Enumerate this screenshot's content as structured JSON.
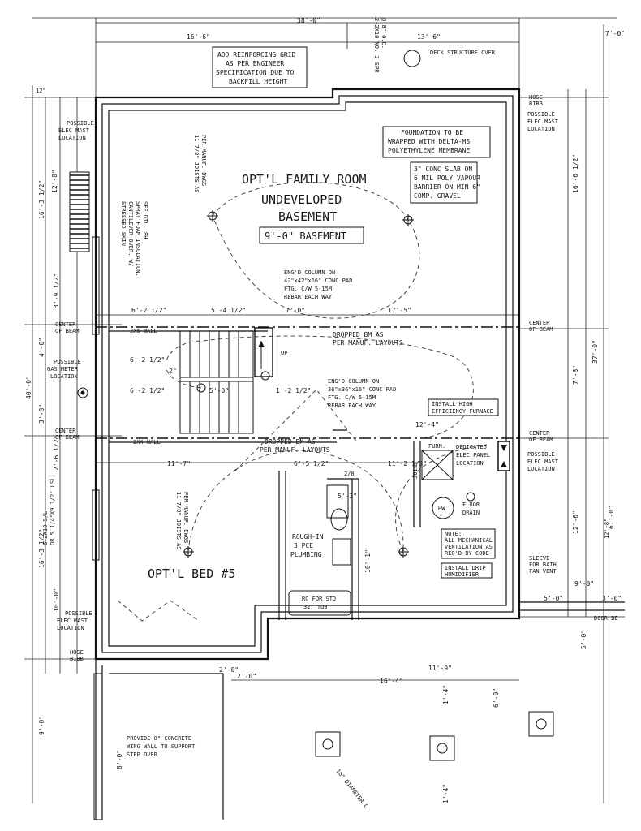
{
  "rooms": {
    "family_room": "OPT'L FAMILY ROOM",
    "undeveloped_1": "UNDEVELOPED",
    "undeveloped_2": "BASEMENT",
    "basement_height": "9'-0\" BASEMENT",
    "bed": "OPT'L BED #5"
  },
  "notes": {
    "reinforcing": [
      "ADD REINFORCING GRID",
      "AS PER ENGINEER",
      "SPECIFICATION DUE TO",
      "BACKFILL HEIGHT"
    ],
    "foundation": [
      "FOUNDATION TO BE",
      "WRAPPED WITH DELTA-MS",
      "POLYETHYLENE MEMBRANE"
    ],
    "slab": [
      "3\" CONC SLAB ON",
      "6 MIL POLY VAPOUR",
      "BARRIER ON MIN 6\"",
      "COMP. GRAVEL"
    ],
    "column_1": [
      "ENG'D COLUMN ON",
      "42\"x42\"x16\" CONC PAD",
      "FTG. C/W 5-15M",
      "REBAR EACH WAY"
    ],
    "column_2": [
      "ENG'D COLUMN ON",
      "36\"x36\"x16\" CONC PAD",
      "FTG. C/W 5-15M",
      "REBAR EACH WAY"
    ],
    "dropped_beam_1": [
      "DROPPED BM AS",
      "PER MANUF. LAYOUTS"
    ],
    "dropped_beam_2": [
      "DROPPED BM AS",
      "PER MANUF. LAYOUTS"
    ],
    "furnace": [
      "INSTALL HIGH",
      "EFFICIENCY FURNACE"
    ],
    "panel": [
      "DEDICATED",
      "ELEC PANEL",
      "LOCATION"
    ],
    "mechanical": [
      "NOTE:",
      "ALL MECHANICAL",
      "VENTILATION AS",
      "REQ'D BY CODE"
    ],
    "humidifier": [
      "INSTALL DRIP",
      "HUMIDIFIER"
    ],
    "rough_in": [
      "ROUGH-IN",
      "3 PCE",
      "PLUMBING"
    ],
    "tub": [
      "RO FOR STD",
      "32\" TUB"
    ],
    "step": [
      "PROVIDE 8\" CONCRETE",
      "WING WALL TO SUPPORT",
      "STEP OVER"
    ],
    "cantilever": [
      "STRESSED SKIN",
      "CANTILEVER OVER. W/",
      "SPRAY FOAM INSULATION.",
      "SEE DTL. 8H"
    ],
    "joists_1": [
      "11 7/8\" JOISTS AS",
      "PER MANUF. DWGS"
    ],
    "joists_2": [
      "11 7/8\" JOISTS AS",
      "PER MANUF. DWGS"
    ],
    "deck": "DECK STRUCTURE OVER",
    "floor_drain": [
      "FLOOR",
      "DRAIN"
    ],
    "furn_label": "FURN.",
    "hw_label": "HW",
    "wall_2x6_1": "2X6 WALL",
    "wall_2x4": "2X4 WALL",
    "joist_lbl": "JOIST",
    "up_lbl": "UP",
    "sleeve": [
      "SLEEVE",
      "FOR BATH",
      "FAN VENT"
    ],
    "door_below": "DOOR BE",
    "diameter": "16\" DIAMETER C",
    "lintels_1": [
      "2-2X10 NO. 2 SPR",
      "@ 8\" O.C."
    ],
    "lintels_2": [
      "6-2X10 S/L",
      "OR 5 1/4\"X9 1/2\" LSL"
    ]
  },
  "side_labels": {
    "possible_mast_1": [
      "POSSIBLE",
      "ELEC MAST",
      "LOCATION"
    ],
    "possible_mast_2": [
      "POSSIBLE",
      "ELEC MAST",
      "LOCATION"
    ],
    "possible_mast_3": [
      "POSSIBLE",
      "ELEC MAST",
      "LOCATION"
    ],
    "possible_mast_4": [
      "POSSIBLE",
      "ELEC MAST",
      "LOCATION"
    ],
    "gas_meter": [
      "POSSIBLE",
      "GAS METER",
      "LOCATION"
    ],
    "center_beam_l1": [
      "CENTER",
      "OF BEAM"
    ],
    "center_beam_l2": [
      "CENTER",
      "OF BEAM"
    ],
    "center_beam_r1": [
      "CENTER",
      "OF BEAM"
    ],
    "center_beam_r2": [
      "CENTER",
      "OF BEAM"
    ],
    "hose_bibb_1": [
      "HOSE",
      "BIBB"
    ],
    "hose_bibb_2": [
      "HOSE",
      "BIBB"
    ]
  },
  "dimensions": {
    "top_overall": "38'-0\"",
    "top_left": "16'-6\"",
    "top_right": "13'-6\"",
    "right_top": "7'-0\"",
    "right_1": "16'-6 1/2\"",
    "right_2": "7'-8\"",
    "right_3": "12'-6\"",
    "right_overall": "37'-0\"",
    "right_lower": "61'-0\"",
    "left_overall": "40'-0\"",
    "left_1": "12'-8\"",
    "left_2": "16'-3 1/2\"",
    "left_3": "3'-9 1/2\"",
    "left_4": "4'-0\"",
    "left_5": "3'-8\"",
    "left_6": "2'-6 1/2\"",
    "left_7": "16'-3 1/2\"",
    "left_8": "10'-0\"",
    "left_9": "9'-0\"",
    "left_10": "12\"",
    "beam_a1": "6'-2 1/2\"",
    "beam_a2": "5'-4 1/2\"",
    "beam_a3": "7'-0\"",
    "beam_a4": "17'-5\"",
    "mid_1": "6'-2 1/2\"",
    "mid_2": "2\"",
    "mid_3": "6'-2 1/2\"",
    "mid_4": "5'-0\"",
    "mid_5": "1'-2 1/2\"",
    "mid_6": "12'-4\"",
    "beam_b1": "11'-7\"",
    "beam_b2": "6'-5 1/2\"",
    "beam_b3": "11'-2 1/2\"",
    "beam_b4": "2/8",
    "bath_1": "5'-3\"",
    "bath_2": "10'-1\"",
    "bot_1": "2'-0\"",
    "bot_2": "16'-4\"",
    "bot_3": "11'-9\"",
    "bot_4": "2'-0\"",
    "bot_5": "9'-0\"",
    "bot_6": "5'-0\"",
    "bot_7": "3'-0\"",
    "bot_8": "1'-4\"",
    "bot_9": "6'-0\"",
    "bot_10": "1'-4\"",
    "bot_11": "5'-0\"",
    "bot_12": "8'-0\"",
    "right_small_1": "12'-8\""
  }
}
